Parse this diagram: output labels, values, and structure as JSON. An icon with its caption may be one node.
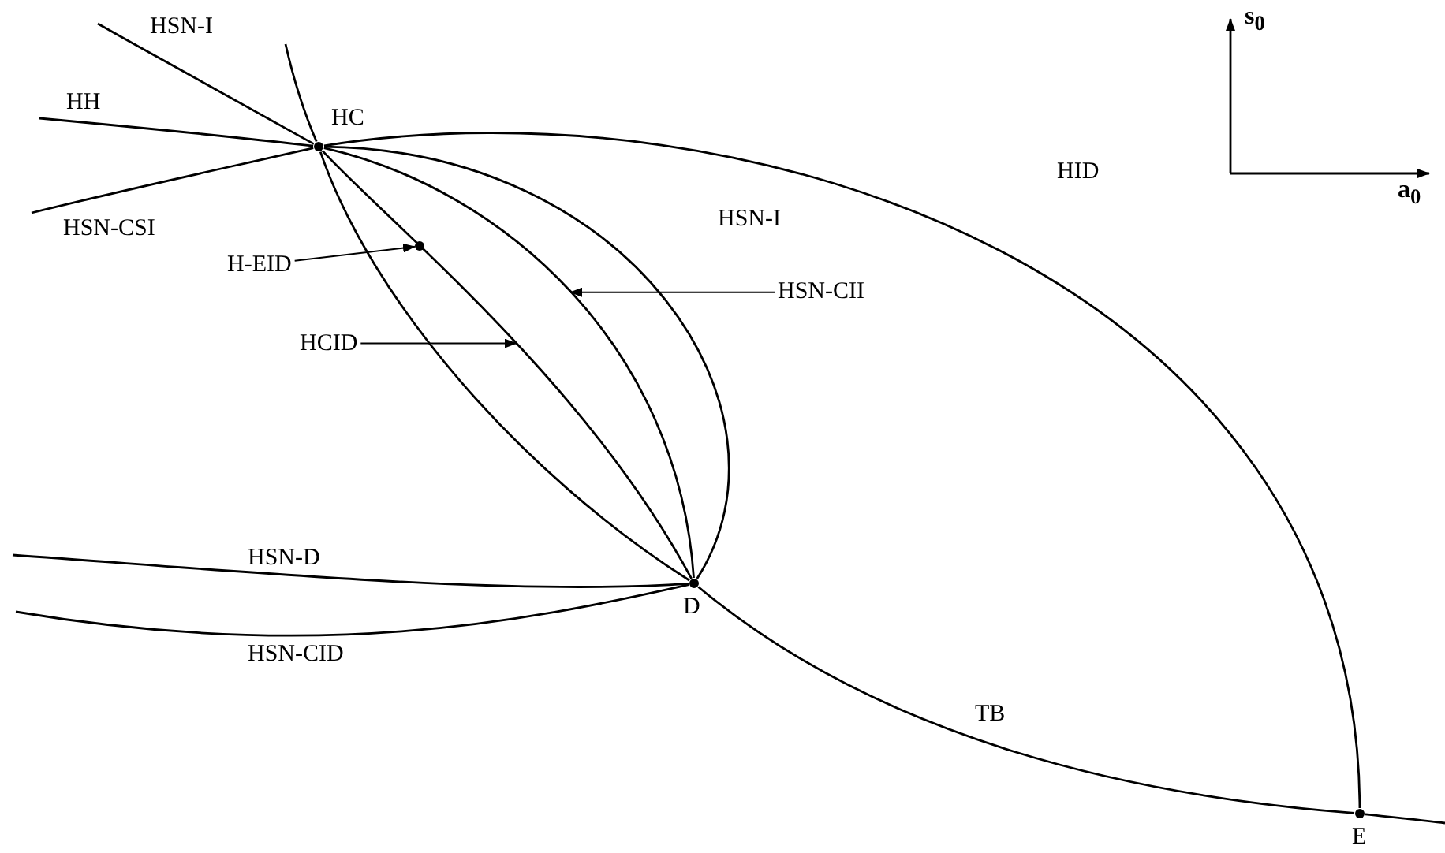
{
  "diagram": {
    "nodes": [
      {
        "text": [],
        "shape": "circle",
        "beside": [
          "HC"
        ]
      },
      {
        "text": [
          "H-EID"
        ]
      },
      {
        "text": [],
        "shape": "circle"
      },
      {
        "text": [
          "HCID"
        ]
      },
      {
        "text": [
          "HSN-CII"
        ]
      },
      {
        "text": [],
        "shape": "circle",
        "beside": [
          "D"
        ]
      },
      {
        "text": [],
        "shape": "circle",
        "beside": [
          "E"
        ]
      }
    ],
    "edges": [
      {
        "from": null,
        "to": 0,
        "arrow": "none",
        "label": "HSN-I"
      },
      {
        "from": null,
        "to": 0,
        "arrow": "none",
        "label": "HH"
      },
      {
        "from": null,
        "to": 0,
        "arrow": "none",
        "label": "HSN-CSI"
      },
      {
        "from": null,
        "to": 0,
        "arrow": "none"
      },
      {
        "from": 0,
        "to": 6,
        "arrow": "none",
        "label": "HID"
      },
      {
        "from": 0,
        "to": 5,
        "arrow": "none",
        "label": "HSN-I"
      },
      {
        "from": 0,
        "to": 5,
        "arrow": "none"
      },
      {
        "from": 0,
        "to": 5,
        "arrow": "none"
      },
      {
        "from": 0,
        "to": 5,
        "arrow": "none"
      },
      {
        "from": 1,
        "to": 2,
        "arrow": "to"
      },
      {
        "from": 3,
        "to": null,
        "arrow": "to"
      },
      {
        "from": 4,
        "to": null,
        "arrow": "to"
      },
      {
        "from": null,
        "to": 5,
        "arrow": "none",
        "label": "HSN-D"
      },
      {
        "from": null,
        "to": 5,
        "arrow": "none",
        "label": "HSN-CID"
      },
      {
        "from": 5,
        "to": 6,
        "arrow": "none",
        "label": "TB"
      },
      {
        "from": 6,
        "to": null,
        "arrow": "none"
      }
    ],
    "labels": [
      "s$_{0}$",
      "a$_{0}$"
    ]
  }
}
